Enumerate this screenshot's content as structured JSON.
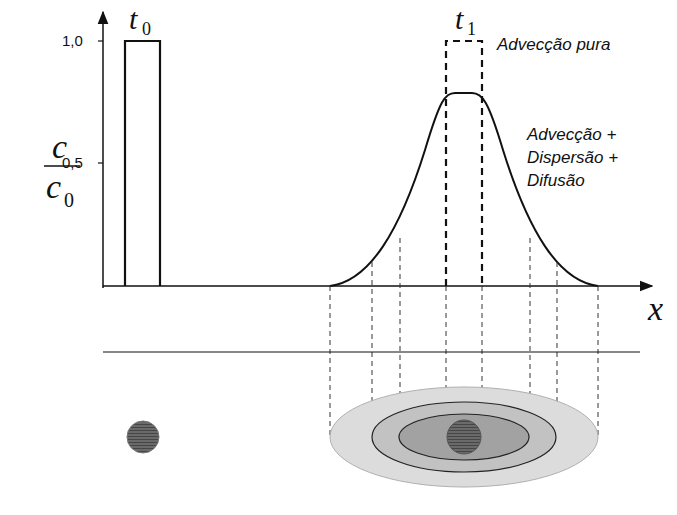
{
  "diagram": {
    "labels": [
      "t",
      "0",
      "1,0",
      "0,5",
      "c",
      "c",
      "0",
      "t",
      "1",
      "Advecção pura",
      "Advecção + Dispersão + Difusão",
      "x"
    ]
  }
}
